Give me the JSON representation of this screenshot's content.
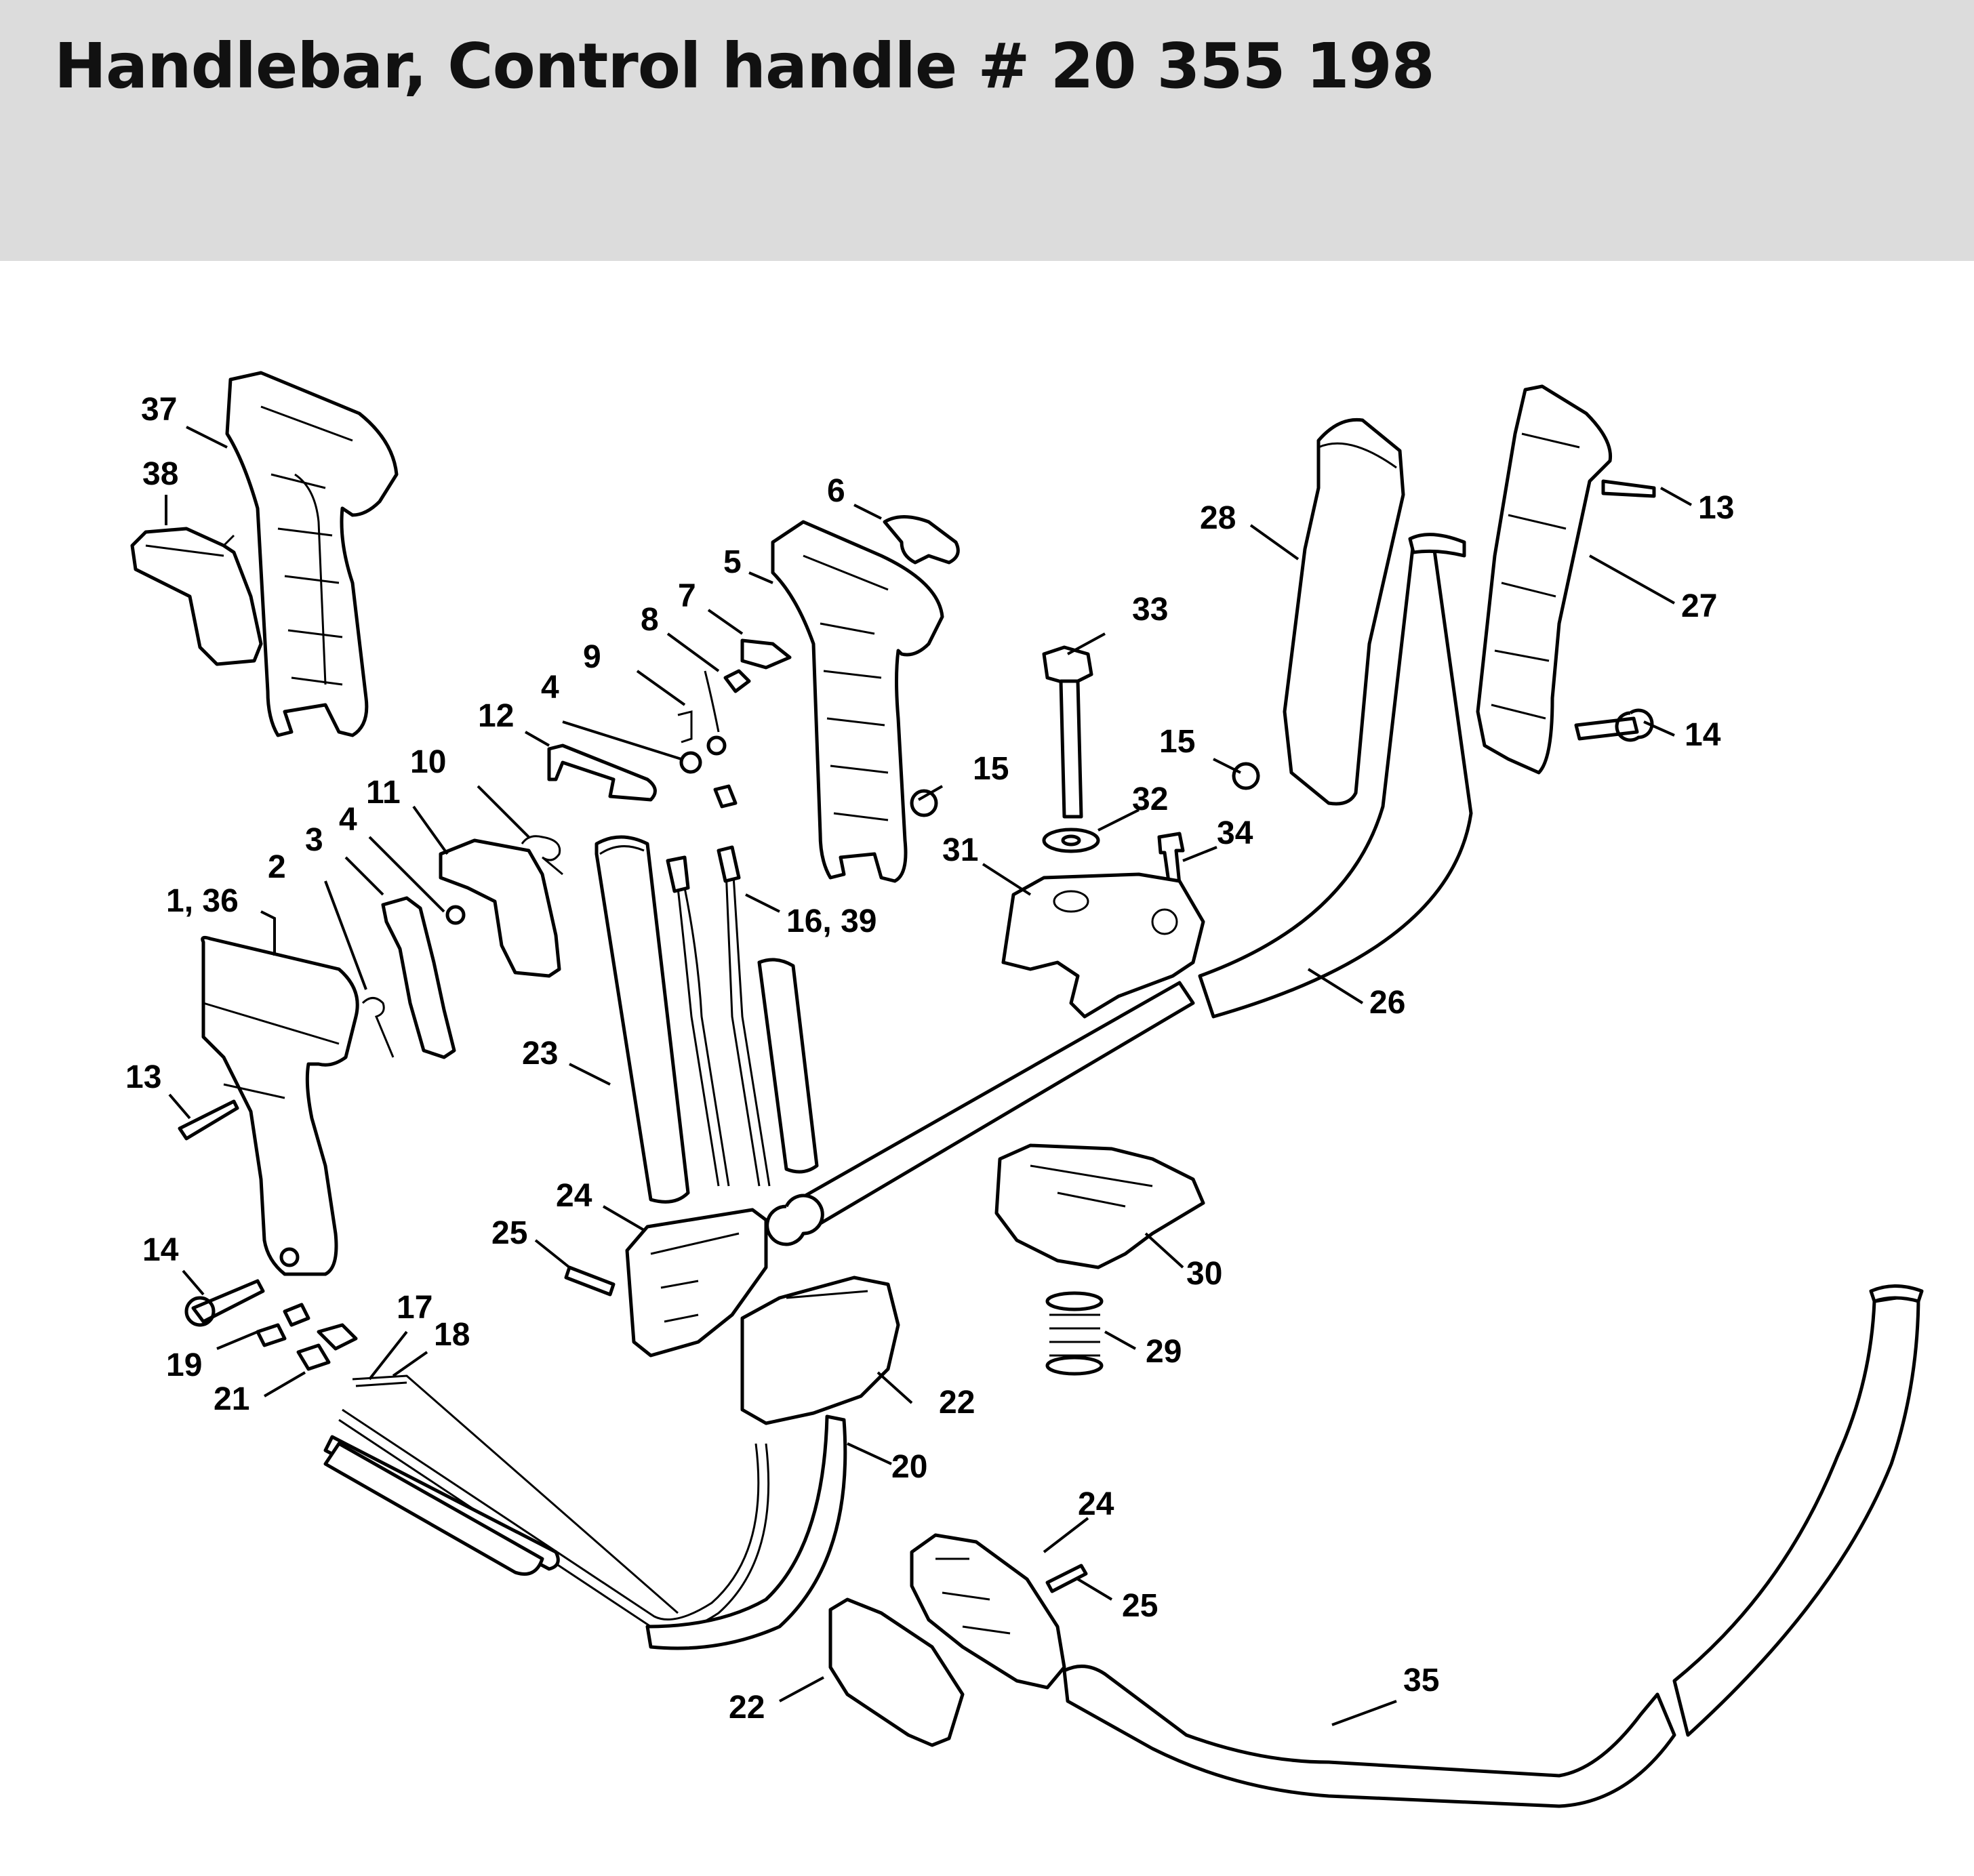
{
  "header": {
    "title": "Handlebar, Control handle # 20 355 198"
  },
  "colors": {
    "title_band": "#dcdcdc",
    "line_art": "#000000",
    "background": "#ffffff"
  },
  "callouts": [
    {
      "key": "c37",
      "label": "37"
    },
    {
      "key": "c38",
      "label": "38"
    },
    {
      "key": "c6",
      "label": "6"
    },
    {
      "key": "c5",
      "label": "5"
    },
    {
      "key": "c7",
      "label": "7"
    },
    {
      "key": "c8",
      "label": "8"
    },
    {
      "key": "c9",
      "label": "9"
    },
    {
      "key": "c4a",
      "label": "4"
    },
    {
      "key": "c12",
      "label": "12"
    },
    {
      "key": "c10",
      "label": "10"
    },
    {
      "key": "c11",
      "label": "11"
    },
    {
      "key": "c4b",
      "label": "4"
    },
    {
      "key": "c3",
      "label": "3"
    },
    {
      "key": "c2",
      "label": "2"
    },
    {
      "key": "c1_36",
      "label": "1, 36"
    },
    {
      "key": "c13a",
      "label": "13"
    },
    {
      "key": "c14a",
      "label": "14"
    },
    {
      "key": "c19",
      "label": "19"
    },
    {
      "key": "c21",
      "label": "21"
    },
    {
      "key": "c17",
      "label": "17"
    },
    {
      "key": "c18",
      "label": "18"
    },
    {
      "key": "c15a",
      "label": "15"
    },
    {
      "key": "c16_39",
      "label": "16, 39"
    },
    {
      "key": "c23",
      "label": "23"
    },
    {
      "key": "c24a",
      "label": "24"
    },
    {
      "key": "c25a",
      "label": "25"
    },
    {
      "key": "c22a",
      "label": "22"
    },
    {
      "key": "c20",
      "label": "20"
    },
    {
      "key": "c28",
      "label": "28"
    },
    {
      "key": "c33",
      "label": "33"
    },
    {
      "key": "c15b",
      "label": "15"
    },
    {
      "key": "c32",
      "label": "32"
    },
    {
      "key": "c34",
      "label": "34"
    },
    {
      "key": "c31",
      "label": "31"
    },
    {
      "key": "c26",
      "label": "26"
    },
    {
      "key": "c30",
      "label": "30"
    },
    {
      "key": "c29",
      "label": "29"
    },
    {
      "key": "c13b",
      "label": "13"
    },
    {
      "key": "c27",
      "label": "27"
    },
    {
      "key": "c14b",
      "label": "14"
    },
    {
      "key": "c24b",
      "label": "24"
    },
    {
      "key": "c25b",
      "label": "25"
    },
    {
      "key": "c22b",
      "label": "22"
    },
    {
      "key": "c35",
      "label": "35"
    }
  ]
}
